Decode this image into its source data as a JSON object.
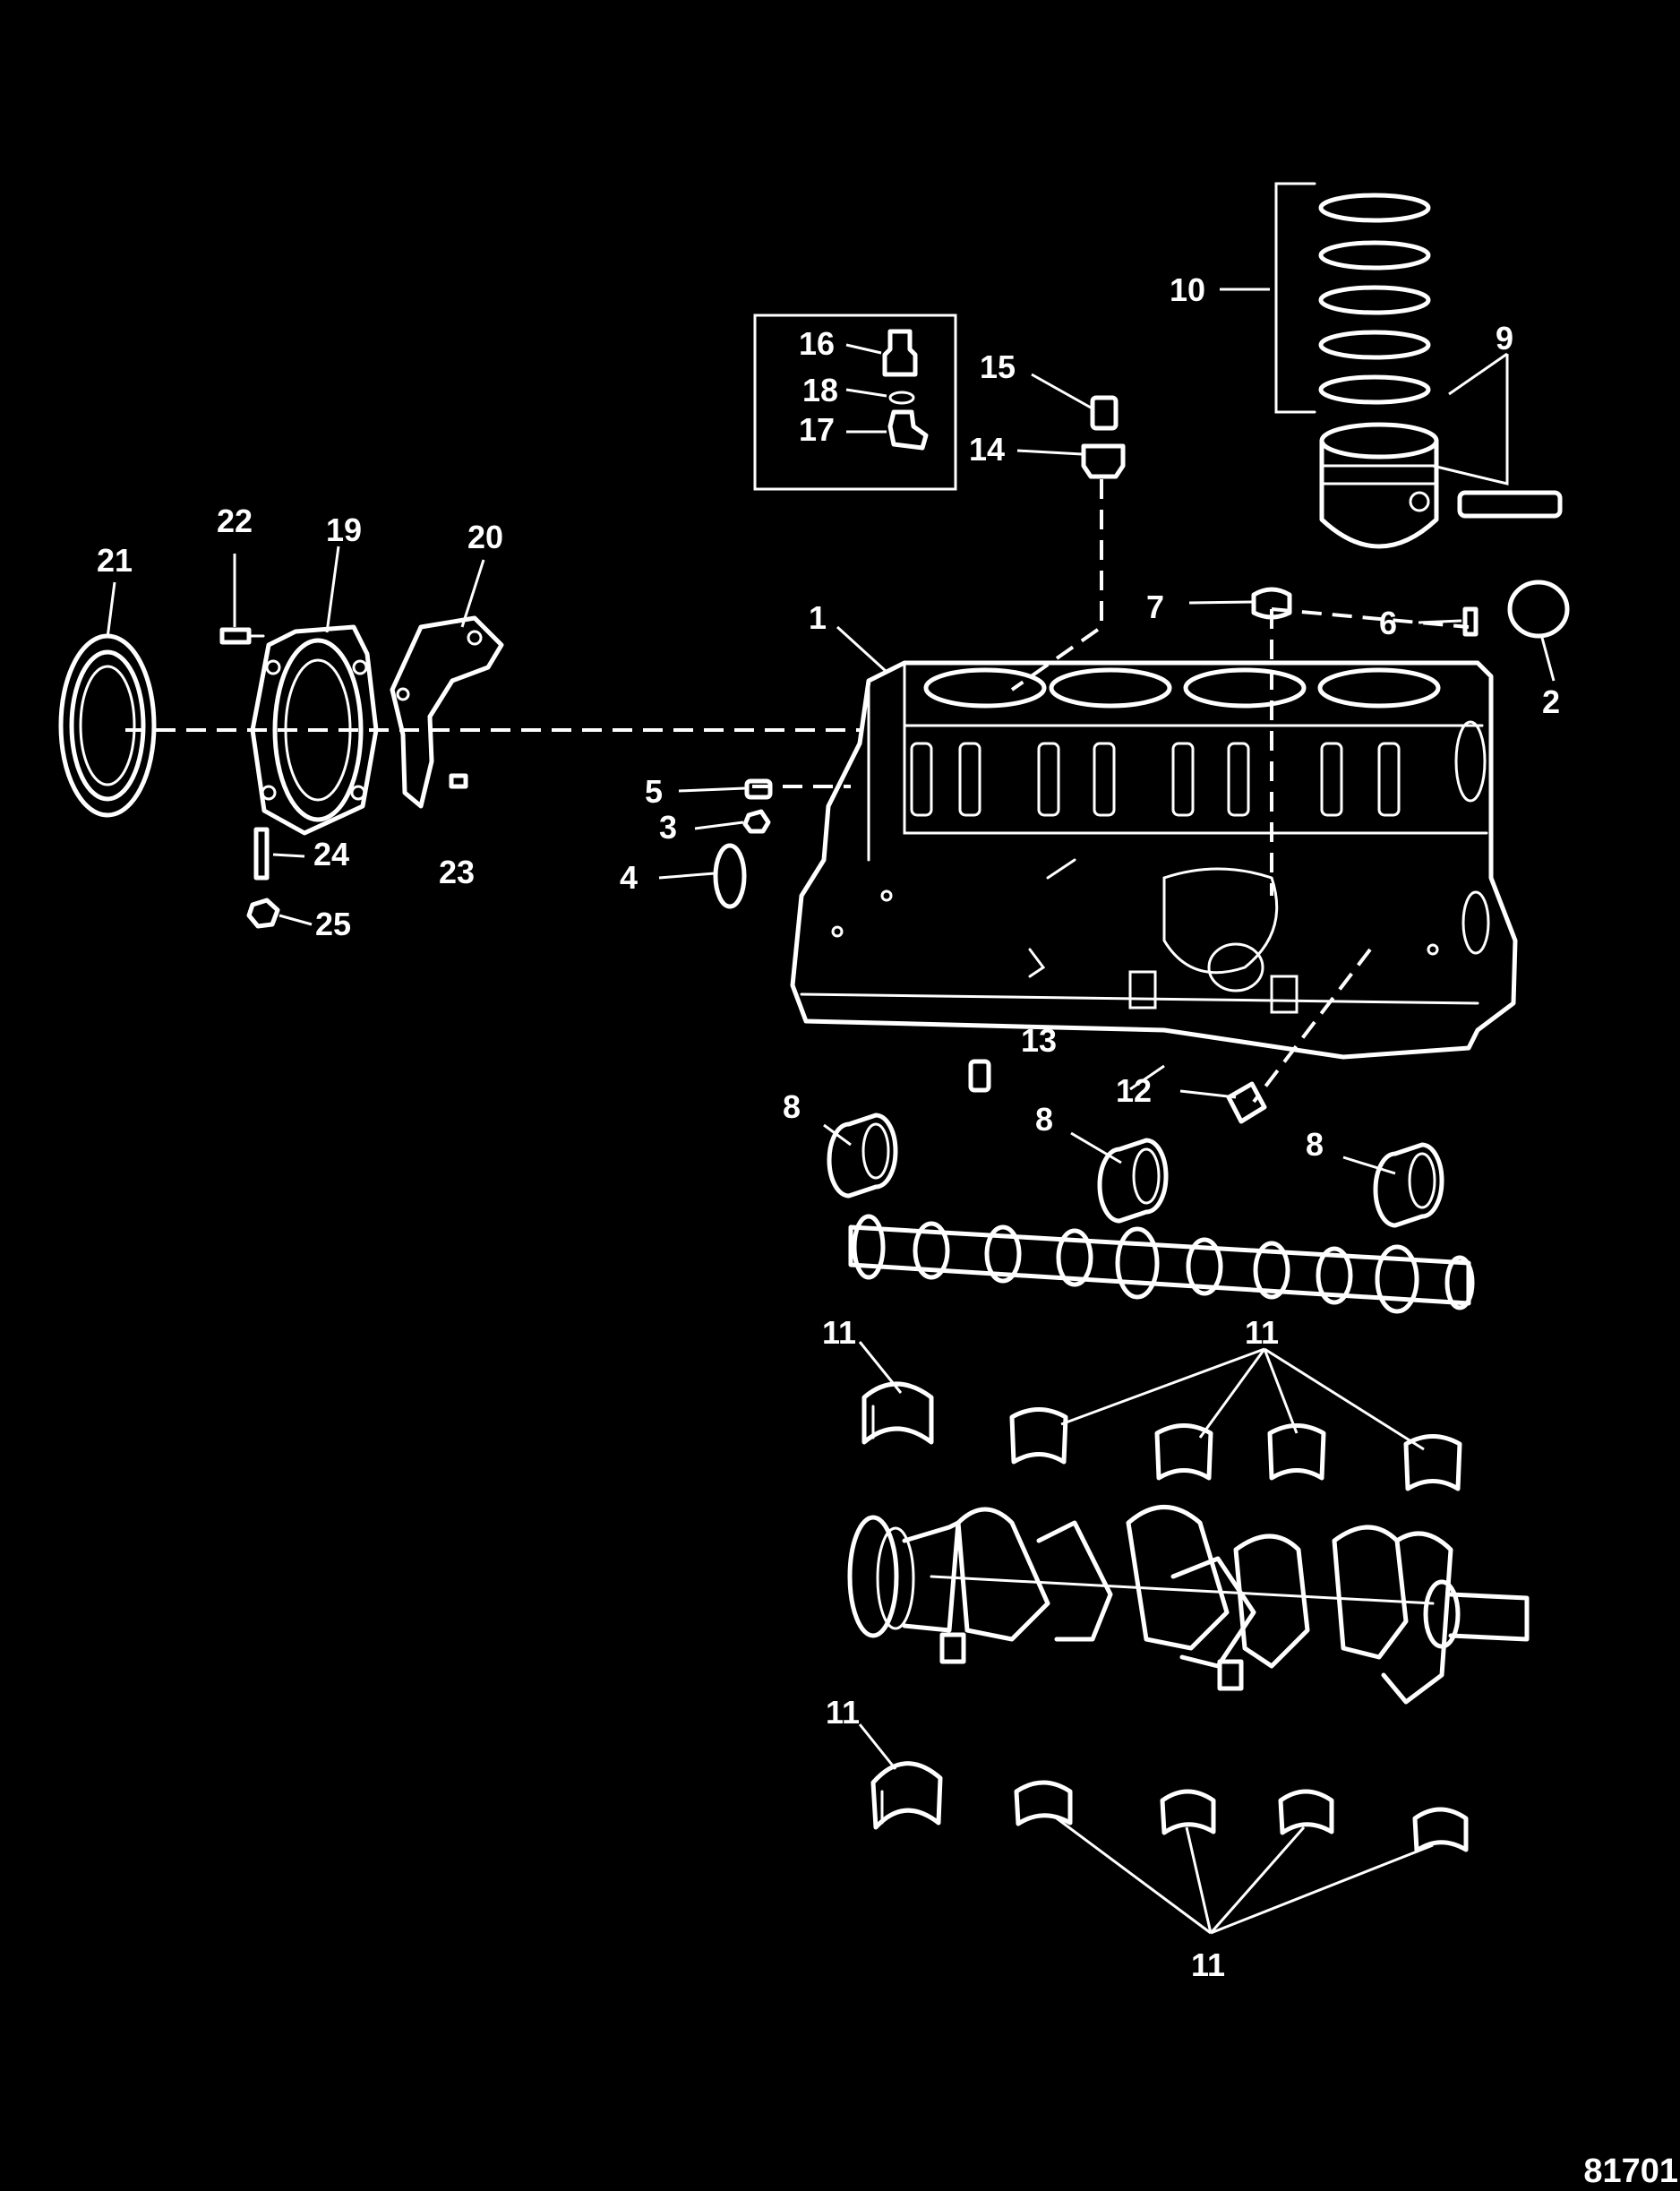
{
  "diagram": {
    "figure_number": "81701",
    "callouts": {
      "c1": "1",
      "c2": "2",
      "c3": "3",
      "c4": "4",
      "c5": "5",
      "c6": "6",
      "c7": "7",
      "c8": "8",
      "c9": "9",
      "c10": "10",
      "c11": "11",
      "c12": "12",
      "c13": "13",
      "c14": "14",
      "c15": "15",
      "c16": "16",
      "c17": "17",
      "c18": "18",
      "c19": "19",
      "c20": "20",
      "c21": "21",
      "c22": "22",
      "c23": "23",
      "c24": "24",
      "c25": "25"
    },
    "colors": {
      "background": "#000000",
      "line": "#ffffff"
    }
  }
}
